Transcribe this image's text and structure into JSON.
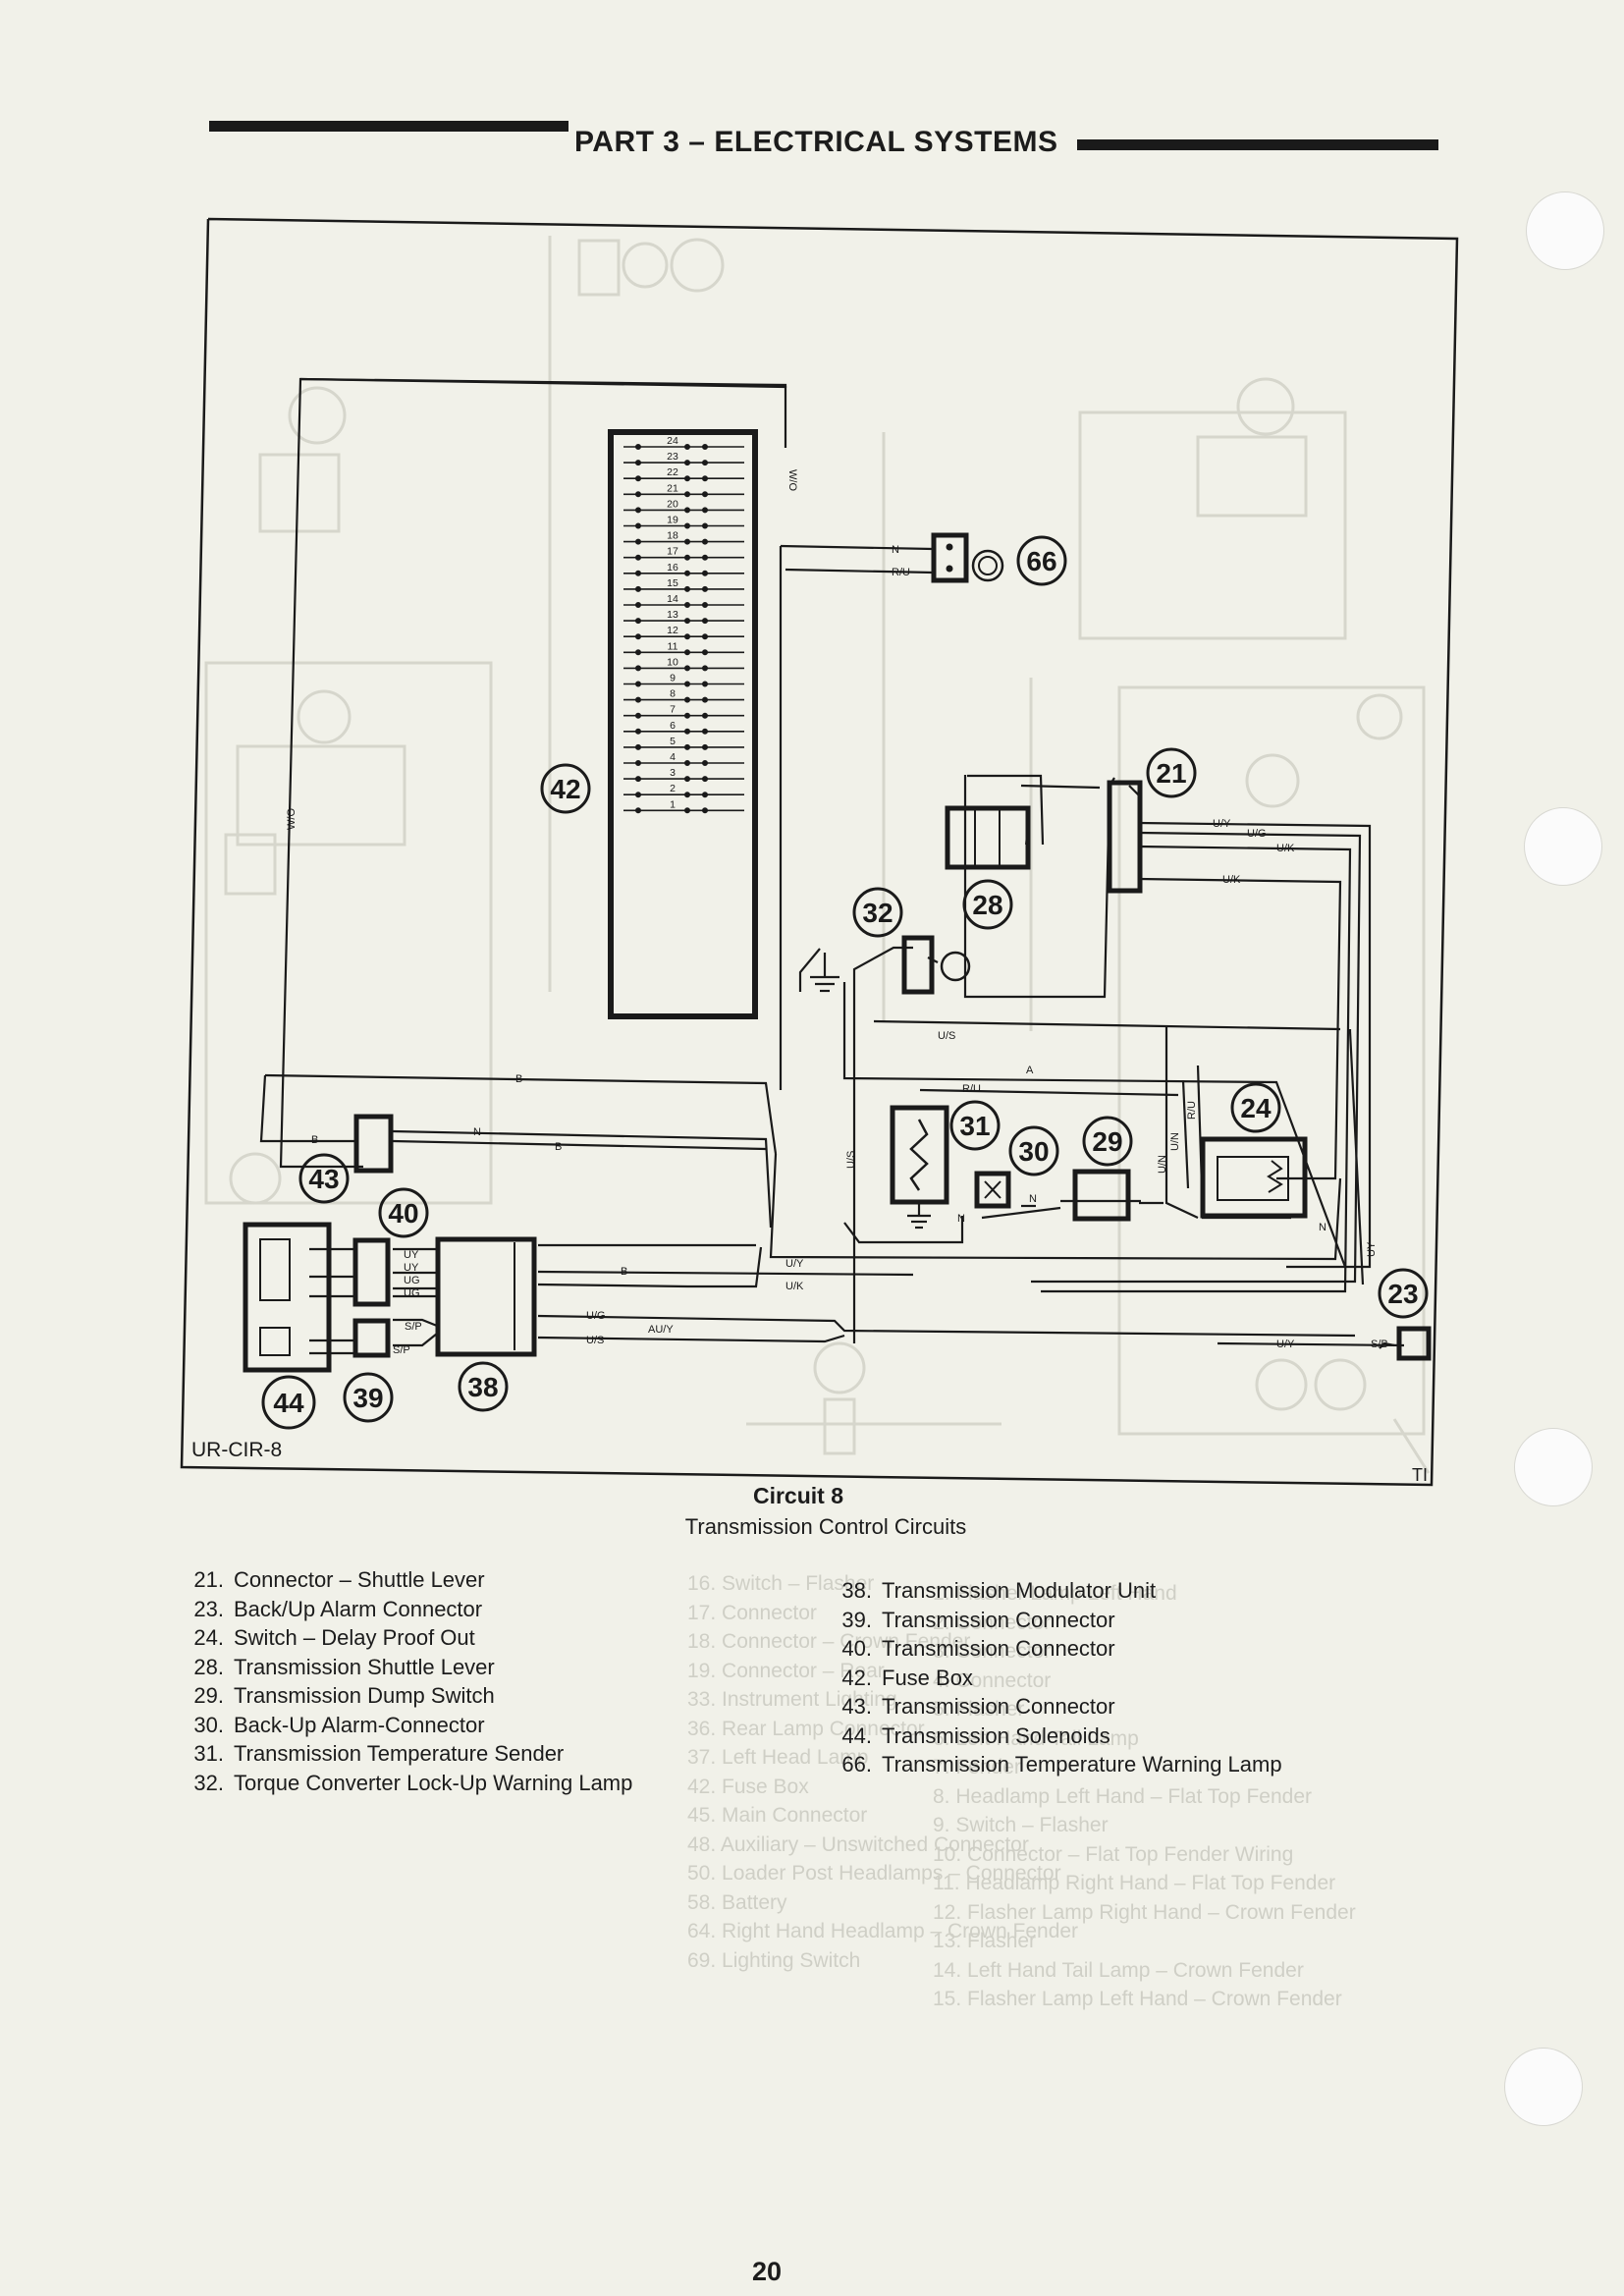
{
  "header": {
    "title": "PART 3 – ELECTRICAL SYSTEMS"
  },
  "diagram": {
    "ref": "UR-CIR-8",
    "corner_mark": "TI",
    "components": [
      {
        "id": "21"
      },
      {
        "id": "23"
      },
      {
        "id": "24"
      },
      {
        "id": "28"
      },
      {
        "id": "29"
      },
      {
        "id": "30"
      },
      {
        "id": "31"
      },
      {
        "id": "32"
      },
      {
        "id": "38"
      },
      {
        "id": "39"
      },
      {
        "id": "40"
      },
      {
        "id": "42"
      },
      {
        "id": "43"
      },
      {
        "id": "44"
      },
      {
        "id": "66"
      }
    ],
    "fuse_numbers": [
      "24",
      "23",
      "22",
      "21",
      "20",
      "19",
      "18",
      "17",
      "16",
      "15",
      "14",
      "13",
      "12",
      "11",
      "10",
      "9",
      "8",
      "7",
      "6",
      "5",
      "4",
      "3",
      "2",
      "1"
    ],
    "wire_labels": {
      "wo": "W/O",
      "n": "N",
      "ru": "R/U",
      "uy": "U/Y",
      "ug": "U/G",
      "uk": "U/K",
      "us": "U/S",
      "a": "A",
      "b": "B",
      "un": "U/N",
      "sb": "S/B",
      "auy": "AU/Y",
      "uy_plain": "UY",
      "ug_plain": "UG",
      "sp": "S/P",
      "uy_vert": "UY"
    }
  },
  "caption": {
    "title": "Circuit 8",
    "subtitle": "Transmission Control Circuits"
  },
  "legend_left": [
    {
      "num": "21.",
      "label": "Connector – Shuttle Lever"
    },
    {
      "num": "23.",
      "label": "Back/Up Alarm Connector"
    },
    {
      "num": "24.",
      "label": "Switch – Delay Proof Out"
    },
    {
      "num": "28.",
      "label": "Transmission Shuttle Lever"
    },
    {
      "num": "29.",
      "label": "Transmission Dump Switch"
    },
    {
      "num": "30.",
      "label": "Back-Up Alarm-Connector"
    },
    {
      "num": "31.",
      "label": "Transmission Temperature Sender"
    },
    {
      "num": "32.",
      "label": "Torque Converter Lock-Up Warning Lamp"
    }
  ],
  "legend_right": [
    {
      "num": "38.",
      "label": "Transmission Modulator Unit"
    },
    {
      "num": "39.",
      "label": "Transmission Connector"
    },
    {
      "num": "40.",
      "label": "Transmission Connector"
    },
    {
      "num": "42.",
      "label": "Fuse Box"
    },
    {
      "num": "43.",
      "label": "Transmission Connector"
    },
    {
      "num": "44.",
      "label": "Transmission Solenoids"
    },
    {
      "num": "66.",
      "label": "Transmission Temperature Warning Lamp"
    }
  ],
  "page_number": "20",
  "colors": {
    "ink": "#1a1a1a",
    "paper": "#f1f1e9",
    "bleed": "#cfcfc6"
  }
}
